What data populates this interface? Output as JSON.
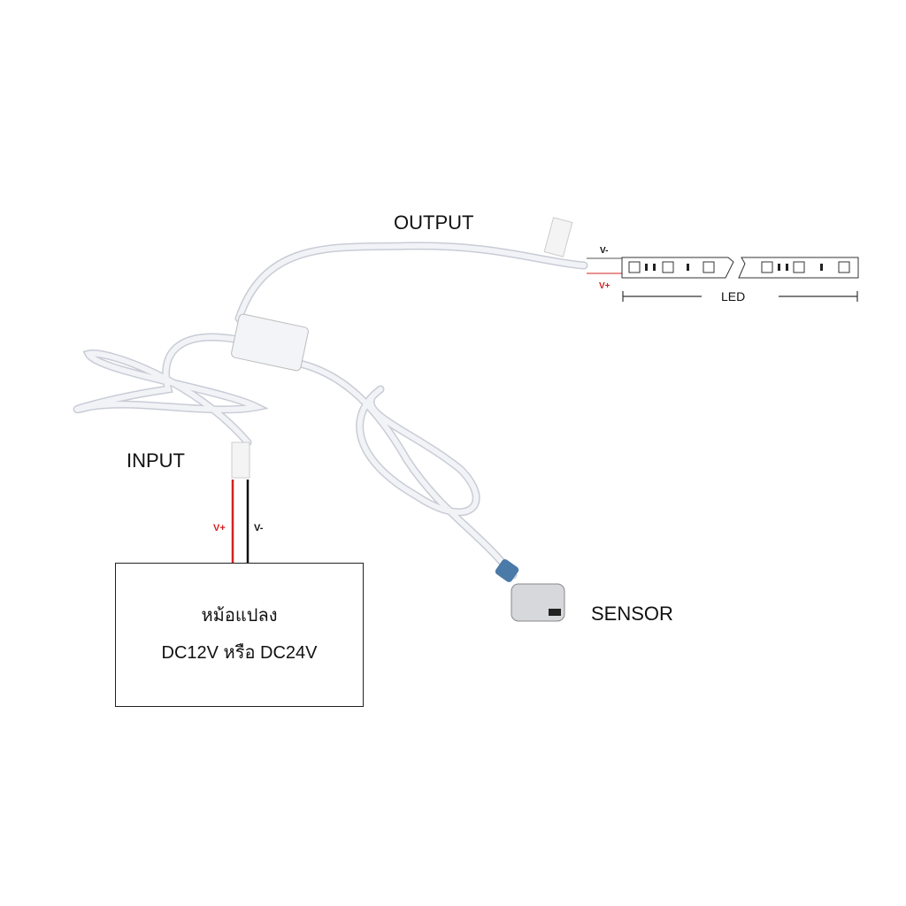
{
  "labels": {
    "output": "OUTPUT",
    "input": "INPUT",
    "sensor": "SENSOR",
    "led": "LED",
    "input_vplus": "V+",
    "input_vminus": "V-",
    "output_vplus": "V+",
    "output_vminus": "V-"
  },
  "power_box": {
    "line1": "หม้อแปลง",
    "line2": "DC12V หรือ DC24V"
  },
  "colors": {
    "positive": "#d62020",
    "negative": "#111111",
    "cable": "#e6e8ef",
    "sensor_ring": "#4a7aa8"
  }
}
